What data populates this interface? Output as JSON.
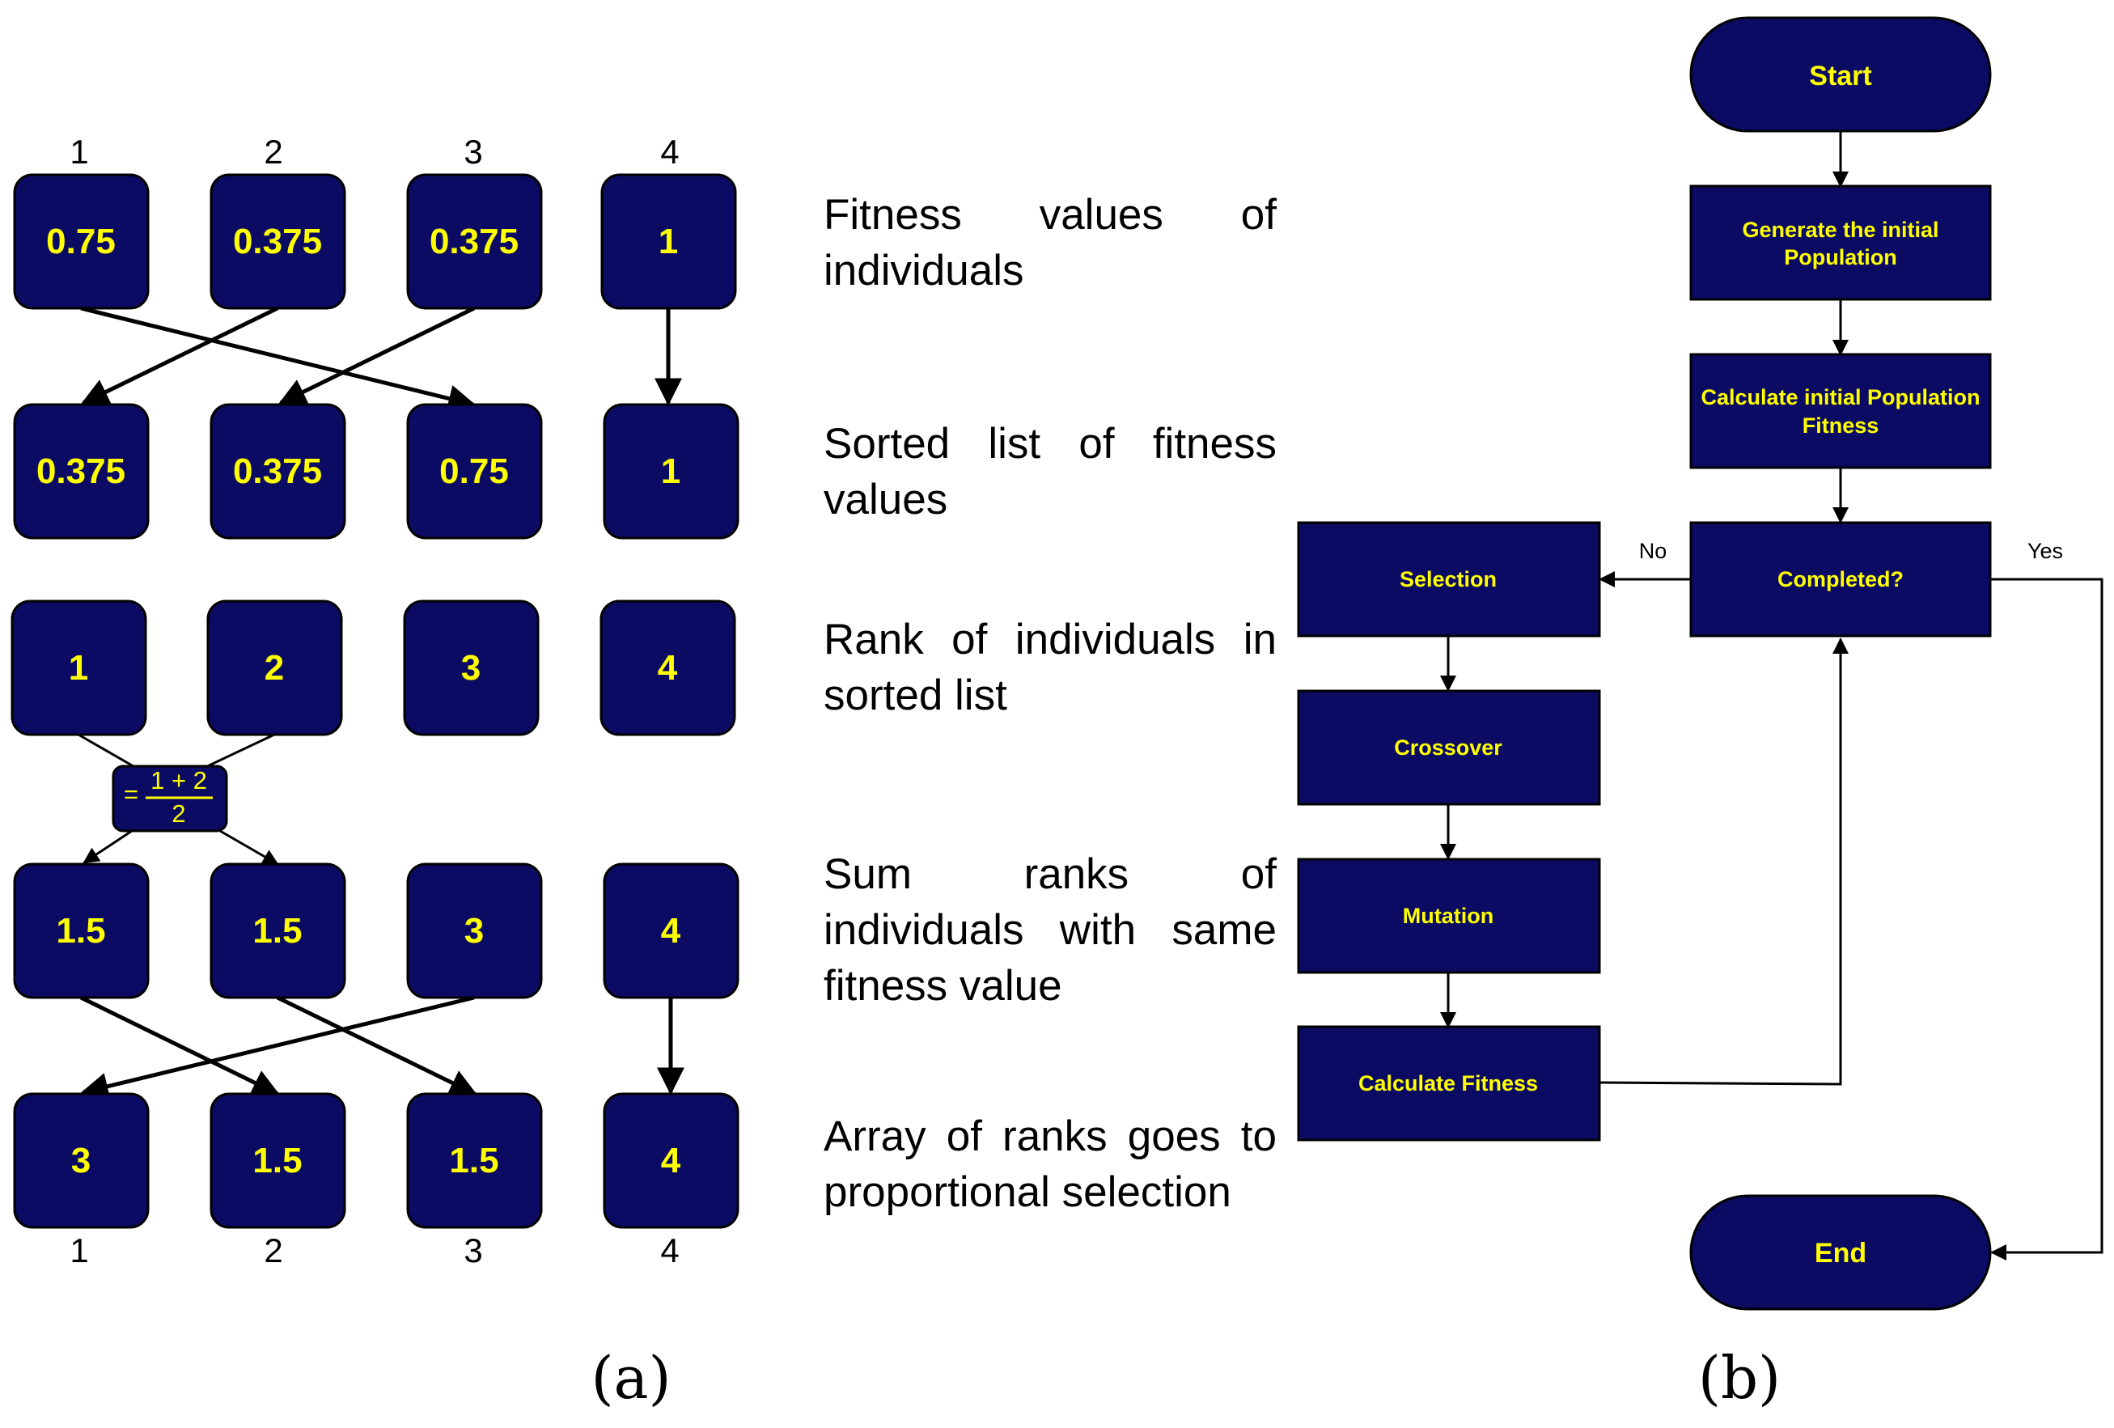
{
  "panel_a": {
    "top_indices": [
      "1",
      "2",
      "3",
      "4"
    ],
    "bottom_indices": [
      "1",
      "2",
      "3",
      "4"
    ],
    "rows": [
      {
        "cells": [
          "0.75",
          "0.375",
          "0.375",
          "1"
        ],
        "description": "Fitness values of individuals"
      },
      {
        "cells": [
          "0.375",
          "0.375",
          "0.75",
          "1"
        ],
        "description": "Sorted list of fitness values"
      },
      {
        "cells": [
          "1",
          "2",
          "3",
          "4"
        ],
        "description": "Rank of individuals in sorted list"
      },
      {
        "cells": [
          "1.5",
          "1.5",
          "3",
          "4"
        ],
        "description": "Sum ranks of individuals with same fitness value"
      },
      {
        "cells": [
          "3",
          "1.5",
          "1.5",
          "4"
        ],
        "description": "Array of ranks goes to proportional selection"
      }
    ],
    "average_formula": {
      "prefix": "=",
      "numerator": "1 + 2",
      "denominator": "2"
    },
    "label": "(a)"
  },
  "panel_b": {
    "start": "Start",
    "generate": [
      "Generate the initial",
      "Population"
    ],
    "calculate_initial": [
      "Calculate initial Population",
      "Fitness"
    ],
    "completed": "Completed?",
    "selection": "Selection",
    "crossover": "Crossover",
    "mutation": "Mutation",
    "calculate_fitness": "Calculate Fitness",
    "end": "End",
    "edge_no": "No",
    "edge_yes": "Yes",
    "label": "(b)"
  },
  "colors": {
    "box_fill": "#0b0b63",
    "box_text": "#ffff00",
    "stroke": "#000000"
  }
}
